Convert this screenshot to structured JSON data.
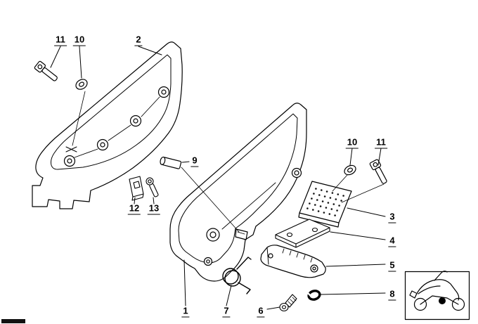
{
  "diagram": {
    "background": "#ffffff",
    "line_color": "#000000",
    "callouts": {
      "c11_left": "11",
      "c10_left": "10",
      "c2": "2",
      "c9": "9",
      "c12": "12",
      "c13": "13",
      "c10_right": "10",
      "c11_right": "11",
      "c3": "3",
      "c4": "4",
      "c5": "5",
      "c8": "8",
      "c1": "1",
      "c7": "7",
      "c6": "6"
    }
  },
  "thumbnail": {
    "icon": "motorcycle-icon",
    "location_dot_color": "#000000"
  }
}
